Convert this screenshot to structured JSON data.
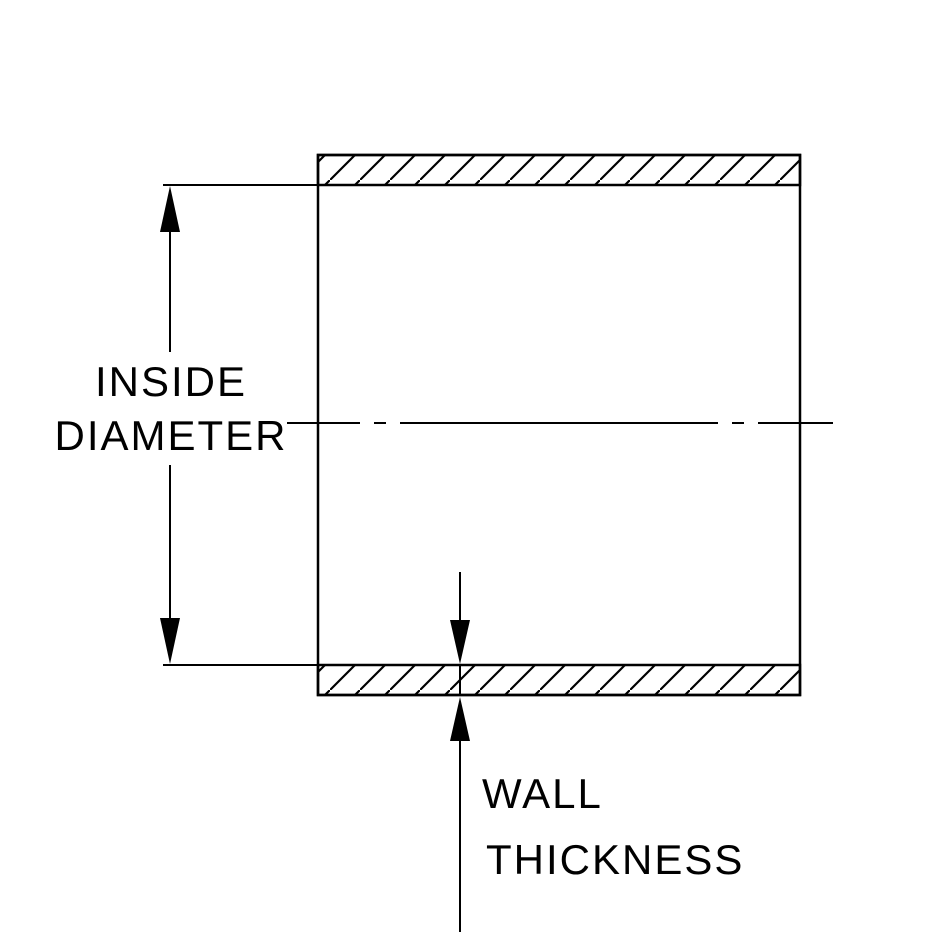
{
  "diagram": {
    "labels": {
      "inside_diameter_line1": "INSIDE",
      "inside_diameter_line2": "DIAMETER",
      "wall_thickness_line1": "WALL",
      "wall_thickness_line2": "THICKNESS"
    },
    "colors": {
      "line": "#000000",
      "background": "#ffffff"
    }
  }
}
